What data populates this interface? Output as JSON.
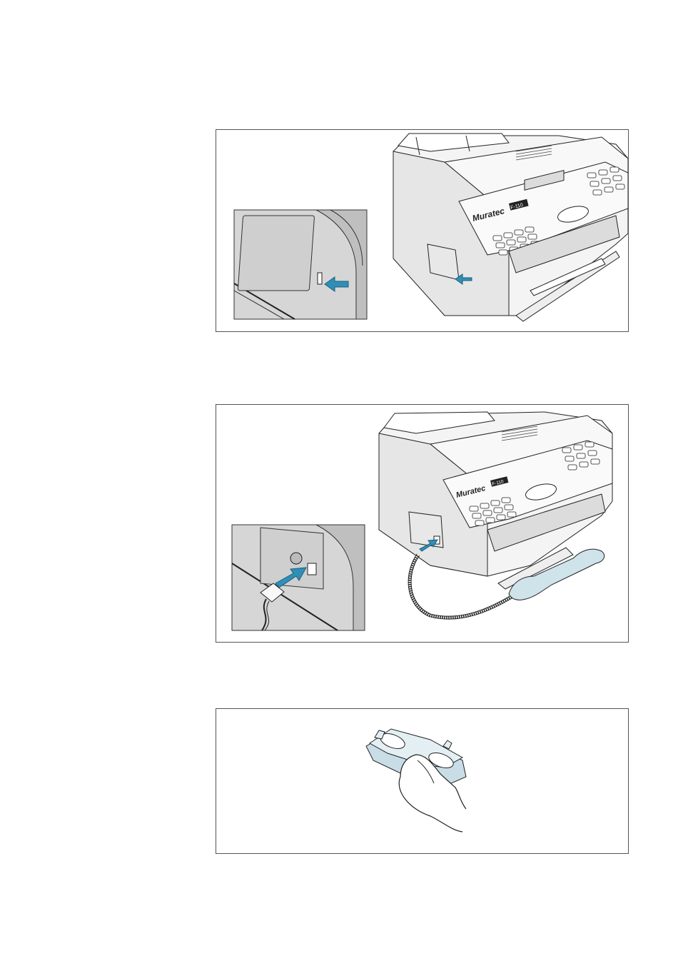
{
  "figures": [
    {
      "brand_label": "Muratec",
      "model_label": "F-110"
    },
    {
      "brand_label": "Muratec",
      "model_label": "F-110"
    },
    {}
  ],
  "colors": {
    "line": "#222222",
    "body": "#f2f2f2",
    "shade": "#dcdcdc",
    "inset_bg": "#d9d9d9",
    "arrow": "#2f8fb7",
    "handset": "#cfe3ea",
    "cradle": "#c8dde6"
  },
  "icons": [
    "arrow-icon",
    "phone-jack-icon",
    "handset-icon",
    "cradle-icon",
    "hand-icon"
  ]
}
